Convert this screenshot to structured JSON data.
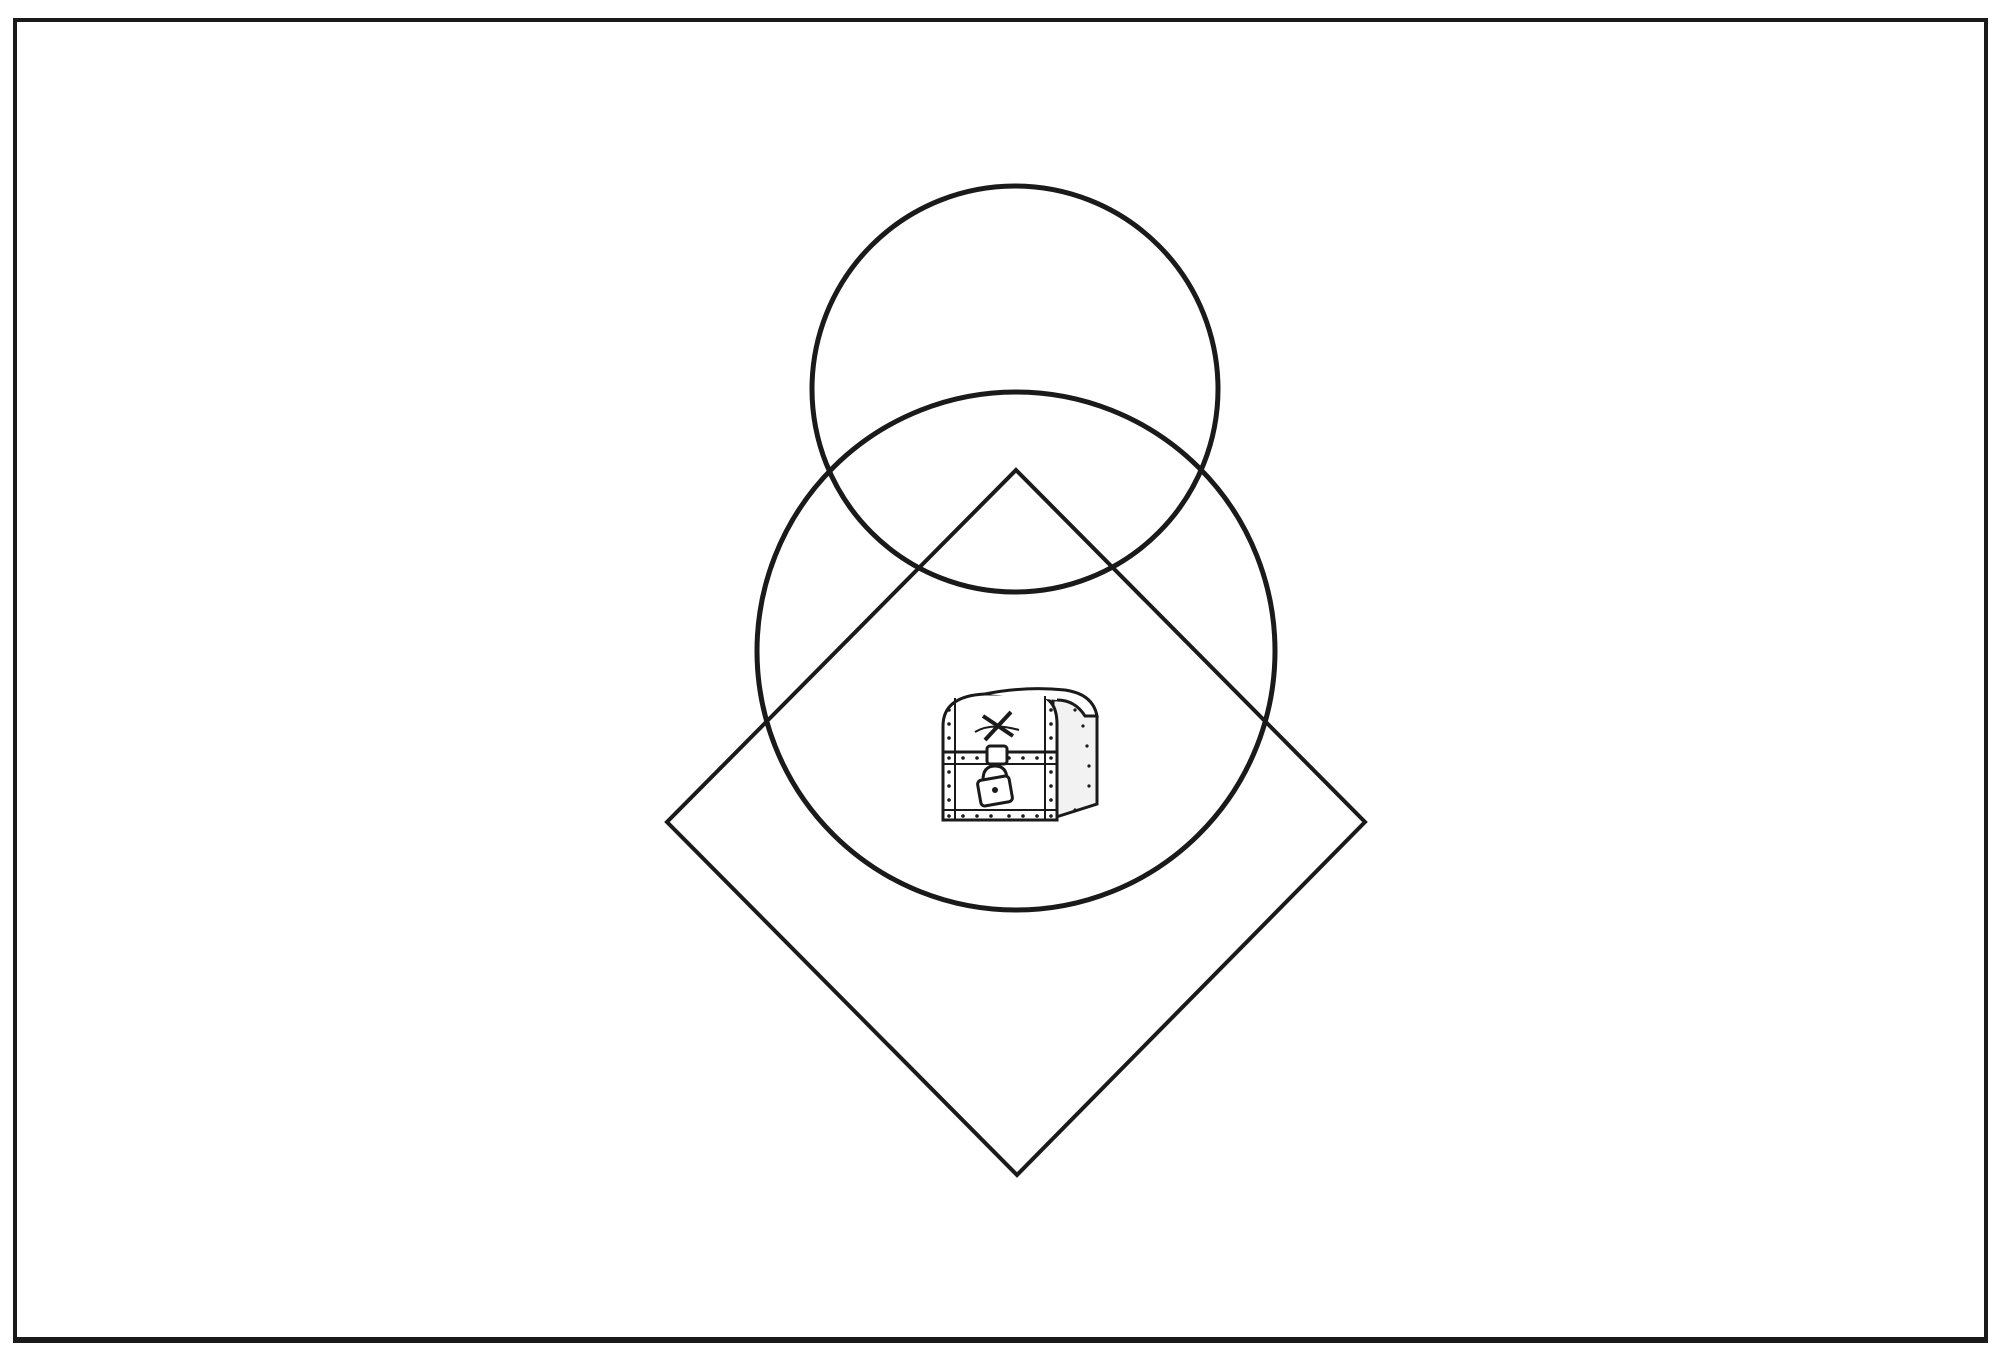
{
  "diagram": {
    "shapes": [
      {
        "kind": "circle",
        "name": "top-circle"
      },
      {
        "kind": "circle",
        "name": "large-circle"
      },
      {
        "kind": "diamond",
        "name": "diamond"
      }
    ],
    "icon": "treasure-chest-icon",
    "stroke_color": "#1a1a1a",
    "background_color": "#ffffff"
  }
}
